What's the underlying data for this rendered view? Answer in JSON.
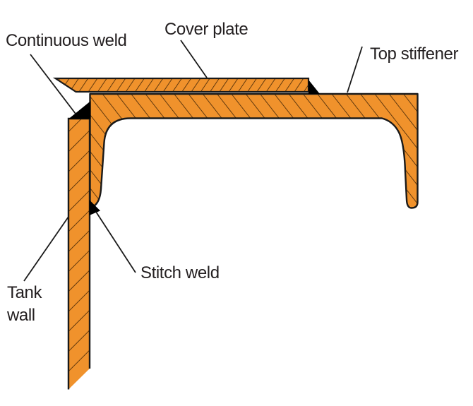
{
  "figure": {
    "type": "technical-cross-section-diagram",
    "description": "Weld detail of a tank wall top edge: top stiffener channel welded to tank wall with a cover plate on top",
    "labels": {
      "continuous_weld": "Continuous weld",
      "cover_plate": "Cover plate",
      "top_stiffener": "Top stiffener",
      "tank_wall": "Tank wall",
      "stitch_weld": "Stitch weld"
    },
    "colors": {
      "steel_fill": "#F0922C",
      "outline": "#1A1A1A",
      "hatch": "#4A2A08",
      "weld": "#000000",
      "label_text": "#231F20",
      "background": "#FFFFFF"
    }
  }
}
